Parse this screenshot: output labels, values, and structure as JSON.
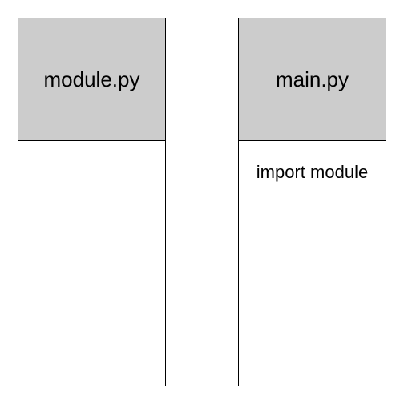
{
  "files": [
    {
      "name": "module.py",
      "content": "",
      "header_color": "#cccccc"
    },
    {
      "name": "main.py",
      "content": "import module",
      "header_color": "#cccccc"
    }
  ]
}
